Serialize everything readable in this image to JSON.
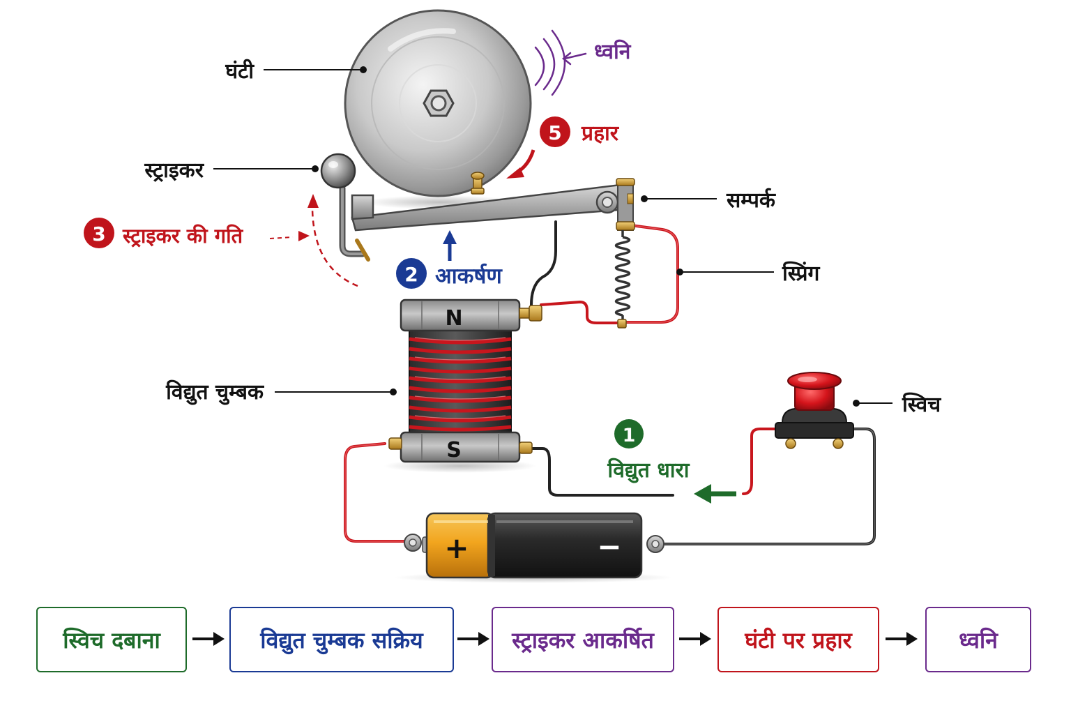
{
  "labels": {
    "bell": "घंटी",
    "sound": "ध्वनि",
    "striker": "स्ट्राइकर",
    "contact": "सम्पर्क",
    "spring": "स्प्रिंग",
    "electromagnet": "विद्युत चुम्बक",
    "switch": "स्विच",
    "pole_north": "N",
    "pole_south": "S",
    "battery_plus": "+",
    "battery_minus": "−"
  },
  "steps": [
    {
      "number": "1",
      "text": "विद्युत धारा",
      "color": "#1e6b2a"
    },
    {
      "number": "2",
      "text": "आकर्षण",
      "color": "#1a3a94"
    },
    {
      "number": "3",
      "text": "स्ट्राइकर की गति",
      "color": "#c0141b"
    },
    {
      "number": "5",
      "text": "प्रहार",
      "color": "#c0141b"
    }
  ],
  "flow": [
    {
      "text": "स्विच दबाना",
      "color": "#1e6b2a"
    },
    {
      "text": "विद्युत चुम्बक सक्रिय",
      "color": "#1a3a94"
    },
    {
      "text": "स्ट्राइकर आकर्षित",
      "color": "#6a2a8c"
    },
    {
      "text": "घंटी पर प्रहार",
      "color": "#c0141b"
    },
    {
      "text": "ध्वनि",
      "color": "#6a2a8c"
    }
  ],
  "colors": {
    "sound": "#6a2a8c",
    "wire_red": "#c8161d",
    "wire_black": "#222222",
    "coil": "#c8161d"
  }
}
